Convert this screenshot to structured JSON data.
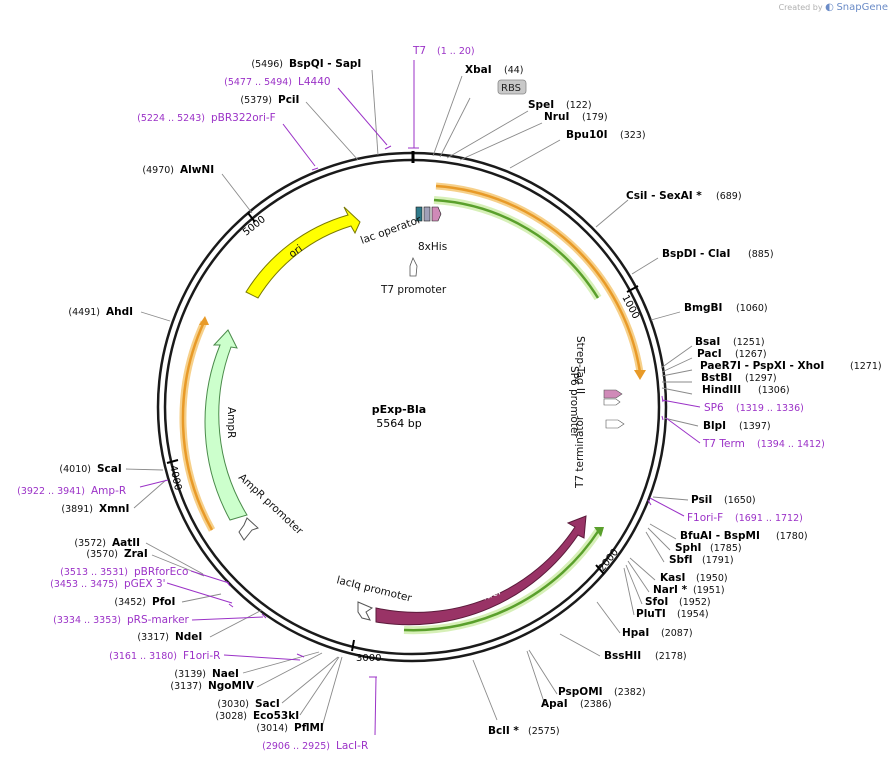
{
  "credit": {
    "text": "Created by",
    "brand": "SnapGene"
  },
  "plasmid": {
    "name": "pExp-Bla",
    "size": "5564 bp"
  },
  "tick_labels": [
    "1000",
    "2000",
    "3000",
    "4000",
    "5000"
  ],
  "enzymes_right": [
    {
      "name": "XbaI",
      "pos": "(44)"
    },
    {
      "name": "SpeI",
      "pos": "(122)"
    },
    {
      "name": "NruI",
      "pos": "(179)"
    },
    {
      "name": "Bpu10I",
      "pos": "(323)"
    },
    {
      "name": "CsiI  - SexAI *",
      "pos": "(689)"
    },
    {
      "name": "BspDI  - ClaI",
      "pos": "(885)"
    },
    {
      "name": "BmgBI",
      "pos": "(1060)"
    },
    {
      "name": "BsaI",
      "pos": "(1251)"
    },
    {
      "name": "PacI",
      "pos": "(1267)"
    },
    {
      "name": "PaeR7I  - PspXI  - XhoI",
      "pos": "(1271)"
    },
    {
      "name": "BstBI",
      "pos": "(1297)"
    },
    {
      "name": "HindIII",
      "pos": "(1306)"
    },
    {
      "name": "BlpI",
      "pos": "(1397)"
    },
    {
      "name": "PsiI",
      "pos": "(1650)"
    },
    {
      "name": "BfuAI  - BspMI",
      "pos": "(1780)"
    },
    {
      "name": "SphI",
      "pos": "(1785)"
    },
    {
      "name": "SbfI",
      "pos": "(1791)"
    },
    {
      "name": "KasI",
      "pos": "(1950)"
    },
    {
      "name": "NarI *",
      "pos": "(1951)"
    },
    {
      "name": "SfoI",
      "pos": "(1952)"
    },
    {
      "name": "PluTI",
      "pos": "(1954)"
    },
    {
      "name": "HpaI",
      "pos": "(2087)"
    },
    {
      "name": "BssHII",
      "pos": "(2178)"
    },
    {
      "name": "PspOMI",
      "pos": "(2382)"
    },
    {
      "name": "ApaI",
      "pos": "(2386)"
    },
    {
      "name": "BclI *",
      "pos": "(2575)"
    }
  ],
  "enzymes_left": [
    {
      "name": "BspQI   - SapI",
      "pos": "(5496)"
    },
    {
      "name": "PciI",
      "pos": "(5379)"
    },
    {
      "name": "AlwNI",
      "pos": "(4970)"
    },
    {
      "name": "AhdI",
      "pos": "(4491)"
    },
    {
      "name": "ScaI",
      "pos": "(4010)"
    },
    {
      "name": "XmnI",
      "pos": "(3891)"
    },
    {
      "name": "AatII",
      "pos": "(3572)"
    },
    {
      "name": "ZraI",
      "pos": "(3570)"
    },
    {
      "name": "PfoI",
      "pos": "(3452)"
    },
    {
      "name": "NdeI",
      "pos": "(3317)"
    },
    {
      "name": "NaeI",
      "pos": "(3139)"
    },
    {
      "name": "NgoMIV",
      "pos": "(3137)"
    },
    {
      "name": "SacI",
      "pos": "(3030)"
    },
    {
      "name": "Eco53kI",
      "pos": "(3028)"
    },
    {
      "name": "PflMI",
      "pos": "(3014)"
    }
  ],
  "primers": [
    {
      "name": "T7",
      "pos": "(1 .. 20)"
    },
    {
      "name": "L4440",
      "pos": "(5477 .. 5494)"
    },
    {
      "name": "pBR322ori-F",
      "pos": "(5224 .. 5243)"
    },
    {
      "name": "SP6",
      "pos": "(1319 .. 1336)"
    },
    {
      "name": "T7 Term",
      "pos": "(1394 .. 1412)"
    },
    {
      "name": "F1ori-F",
      "pos": "(1691 .. 1712)"
    },
    {
      "name": "Amp-R",
      "pos": "(3922 .. 3941)"
    },
    {
      "name": "pBRforEco",
      "pos": "(3513 .. 3531)"
    },
    {
      "name": "pGEX 3'",
      "pos": "(3453 .. 3475)"
    },
    {
      "name": "pRS-marker",
      "pos": "(3334 .. 3353)"
    },
    {
      "name": "F1ori-R",
      "pos": "(3161 .. 3180)"
    },
    {
      "name": "LacI-R",
      "pos": "(2906 .. 2925)"
    }
  ],
  "features": {
    "rbs": "RBS",
    "lac_operator": "lac operator",
    "his": "8xHis",
    "t7_promoter": "T7 promoter",
    "ori": "ori",
    "ampr": "AmpR",
    "ampr_promoter": "AmpR promoter",
    "streptag": "Strep-Tag II",
    "sp6_promoter": "SP6 promoter",
    "t7_terminator": "T7 terminator",
    "lacI": "lacI",
    "laciq_promoter": "lacIq promoter"
  },
  "colors": {
    "backbone": "#1a1a1a",
    "ori": "#ffff00",
    "ampr": "#ccffcc",
    "lacI": "#993366",
    "orf_orange": "#e89a28",
    "orf_green": "#5aa02c",
    "primer": "#9b32c7",
    "rbs_box": "#c8c8c8"
  }
}
